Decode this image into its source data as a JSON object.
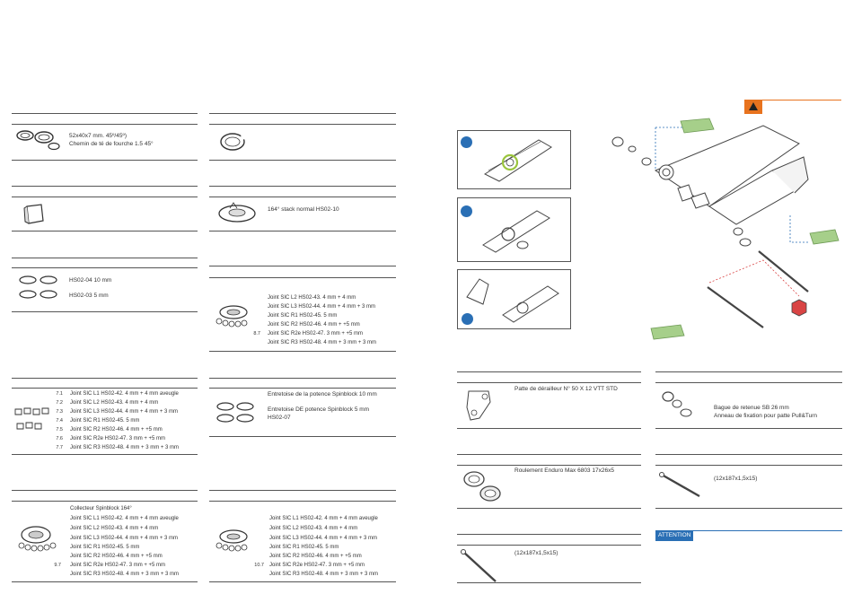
{
  "colors": {
    "accent_orange": "#e8731e",
    "accent_blue": "#2a6fb5",
    "tube_green": "#a6cf8a",
    "hex_red": "#d94444"
  },
  "col1": {
    "s1": {
      "line1": "52x40x7 mm. 45º/45º)",
      "line2": "Chemin de té de fourche 1.5 45°"
    },
    "s3": {
      "line1": "HS02-04 10 mm",
      "line2": "HS02-03 5 mm"
    },
    "s4": {
      "rows": [
        {
          "n": "7.1",
          "t": "Joint SIC L1 HS02-42. 4 mm + 4 mm aveugle"
        },
        {
          "n": "7.2",
          "t": "Joint SIC L2 HS02-43. 4 mm + 4 mm"
        },
        {
          "n": "7.3",
          "t": "Joint SIC L3 HS02-44. 4 mm + 4 mm + 3 mm"
        },
        {
          "n": "7.4",
          "t": "Joint SIC R1 HS02-45. 5 mm"
        },
        {
          "n": "7.5",
          "t": "Joint SIC R2 HS02-46. 4 mm + +5 mm"
        },
        {
          "n": "7.6",
          "t": "Joint SIC R2e HS02-47. 3 mm + +5 mm"
        },
        {
          "n": "7.7",
          "t": "Joint SIC R3 HS02-48. 4 mm + 3 mm + 3 mm"
        }
      ]
    },
    "s5": {
      "rows": [
        {
          "n": "",
          "t": "Collecteur Spinblock 164°"
        },
        {
          "n": "",
          "t": "Joint SIC L1 HS02-42. 4 mm + 4 mm aveugle"
        },
        {
          "n": "",
          "t": "Joint SIC L2 HS02-43. 4 mm + 4 mm"
        },
        {
          "n": "",
          "t": "Joint SIC L3 HS02-44. 4 mm + 4 mm + 3 mm"
        },
        {
          "n": "",
          "t": "Joint SIC R1 HS02-45. 5 mm"
        },
        {
          "n": "",
          "t": "Joint SIC R2 HS02-46. 4 mm + +5 mm"
        },
        {
          "n": "9.7",
          "t": "Joint SIC R2e HS02-47. 3 mm + +5 mm"
        },
        {
          "n": "",
          "t": "Joint SIC R3 HS02-48. 4 mm + 3 mm + 3 mm"
        }
      ]
    }
  },
  "col2": {
    "s2": {
      "line1": "164° stack normal HS02-10"
    },
    "s3": {
      "rows": [
        {
          "n": "",
          "t": "Joint SIC L2 HS02-43. 4 mm + 4 mm"
        },
        {
          "n": "",
          "t": "Joint SIC L3 HS02-44. 4 mm + 4 mm + 3 mm"
        },
        {
          "n": "",
          "t": "Joint SIC R1 HS02-45. 5 mm"
        },
        {
          "n": "",
          "t": "Joint SIC R2 HS02-46. 4 mm + +5 mm"
        },
        {
          "n": "8.7",
          "t": "Joint SIC R2e HS02-47. 3 mm + +5 mm"
        },
        {
          "n": "",
          "t": "Joint SIC R3 HS02-48. 4 mm + 3 mm + 3 mm"
        }
      ]
    },
    "s4": {
      "line1": "Entretoise de la potence Spinblock 10 mm",
      "line2": "Entretoise DE potence Spinblock 5 mm",
      "line3": "HS02-07"
    },
    "s5": {
      "rows": [
        {
          "n": "",
          "t": "Joint SIC L1 HS02-42. 4 mm + 4 mm aveugle"
        },
        {
          "n": "",
          "t": "Joint SIC L2 HS02-43. 4 mm + 4 mm"
        },
        {
          "n": "",
          "t": "Joint SIC L3 HS02-44. 4 mm + 4 mm + 3 mm"
        },
        {
          "n": "",
          "t": "Joint SIC R1 HS02-45. 5 mm"
        },
        {
          "n": "",
          "t": "Joint SIC R2 HS02-46. 4 mm + +5 mm"
        },
        {
          "n": "10.7",
          "t": "Joint SIC R2e HS02-47. 3 mm + +5 mm"
        },
        {
          "n": "",
          "t": "Joint SIC R3 HS02-48. 4 mm + 3 mm + 3 mm"
        }
      ]
    }
  },
  "right": {
    "p1": "Patte de dérailleur N° 50 X 12 VTT STD",
    "p2": {
      "line1": "Bague de retenue SB 26 mm",
      "line2": "Anneau de fixation pour patte Pull&Turn"
    },
    "p3": "Roulement Enduro Max 6803 17x26x5",
    "p4": "(12x187x1,5x15)",
    "p5": "(12x187x1,5x15)",
    "attention": "ATTENTION"
  }
}
